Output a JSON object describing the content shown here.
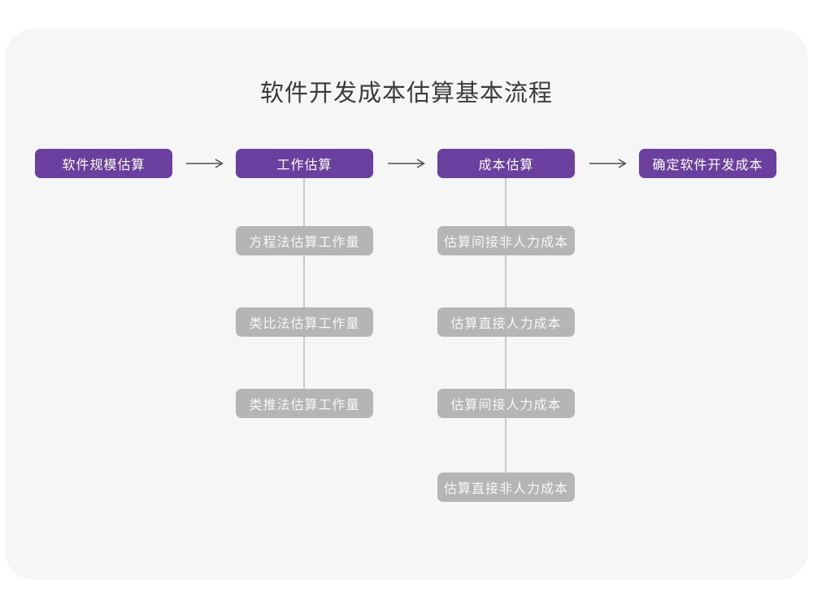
{
  "page": {
    "title": "软件开发成本估算基本流程"
  },
  "colors": {
    "primary_node": "#6b3fa0",
    "sub_node": "#b5b5b5",
    "card_background": "#f6f6f7",
    "page_background": "#ffffff",
    "title_text": "#3c3c3c",
    "node_text": "#ffffff",
    "arrow": "#4f4f4f",
    "connector_line": "#c9c9c9"
  },
  "flow": {
    "main": [
      {
        "label": "软件规模估算"
      },
      {
        "label": "工作估算"
      },
      {
        "label": "成本估算"
      },
      {
        "label": "确定软件开发成本"
      }
    ],
    "work_methods": [
      {
        "label": "方程法估算工作量"
      },
      {
        "label": "类比法估算工作量"
      },
      {
        "label": "类推法估算工作量"
      }
    ],
    "cost_methods": [
      {
        "label": "估算间接非人力成本"
      },
      {
        "label": "估算直接人力成本"
      },
      {
        "label": "估算间接人力成本"
      },
      {
        "label": "估算直接非人力成本"
      }
    ]
  }
}
